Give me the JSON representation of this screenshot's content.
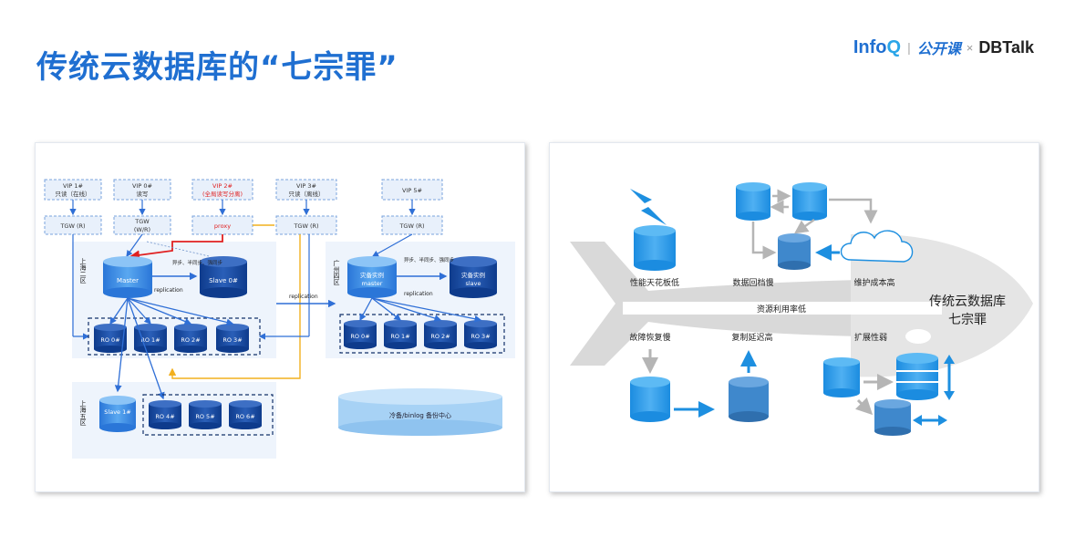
{
  "title": "传统云数据库的“七宗罪”",
  "logo": {
    "infoq_main": "Info",
    "infoq_q": "Q",
    "separator": "|",
    "opencourse": "公开课",
    "times": "×",
    "dbtalk": "DBTalk"
  },
  "left": {
    "vips": [
      {
        "name": "VIP 1#",
        "sub": "只读（在线）"
      },
      {
        "name": "VIP 0#",
        "sub": "读写"
      },
      {
        "name": "VIP 2#",
        "sub": "(全局读写分离)"
      },
      {
        "name": "VIP 3#",
        "sub": "只读（离线）"
      },
      {
        "name": "VIP 5#",
        "sub": ""
      }
    ],
    "tgw": [
      "TGW (R)",
      "TGW",
      "(W/R)",
      "proxy",
      "TGW (R)",
      "TGW (R)"
    ],
    "region1": "上海二区",
    "region2": "广州四区",
    "region3": "上海五区",
    "master": "Master",
    "slave0": "Slave 0#",
    "sync_note1": "异步、半同步、强同步",
    "replication": "replication",
    "dr_master1": "灾备实例",
    "dr_master2": "master",
    "dr_slave1": "灾备实例",
    "dr_slave2": "slave",
    "sync_note2": "异步、半同步、强同步",
    "ro": [
      "RO 0#",
      "RO 1#",
      "RO 2#",
      "RO 3#"
    ],
    "slave1": "Slave 1#",
    "ro2": [
      "RO 4#",
      "RO 5#",
      "RO 6#"
    ],
    "backup": "冷备/binlog 备份中心"
  },
  "right": {
    "perf": "性能天花板低",
    "archive": "数据回档慢",
    "maint": "维护成本高",
    "utilization": "资源利用率低",
    "recovery": "故障恢复慢",
    "repl_delay": "复制延迟高",
    "scale": "扩展性弱",
    "center1": "传统云数据库",
    "center2": "七宗罪"
  }
}
